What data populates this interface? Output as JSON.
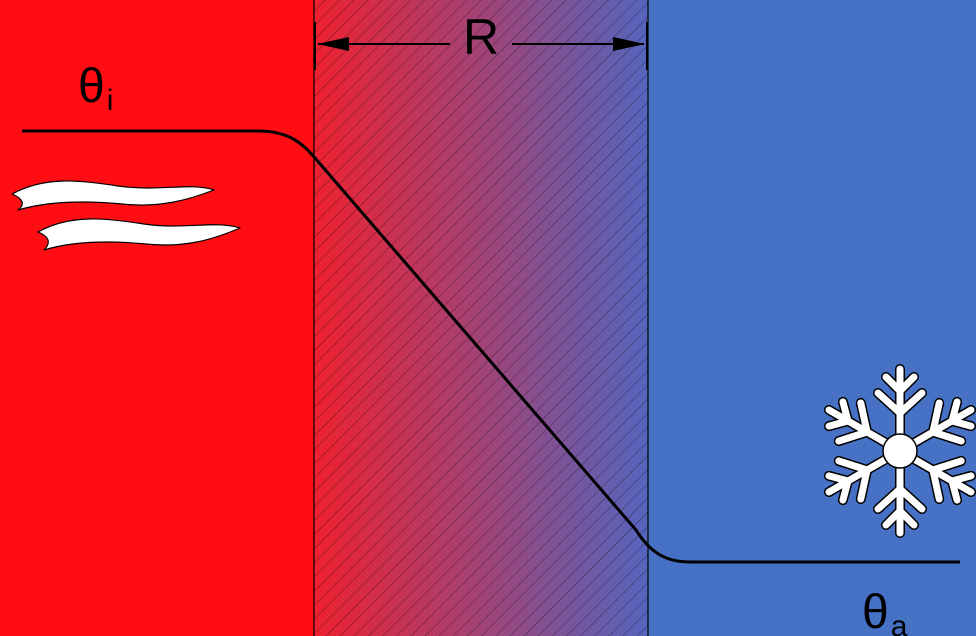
{
  "labels": {
    "theta_inside_symbol": "θ",
    "theta_inside_sub": "i",
    "theta_ambient_symbol": "θ",
    "theta_ambient_sub": "a",
    "resistance": "R"
  },
  "colors": {
    "warm_side": "#ff0d12",
    "cold_side": "#4671c5",
    "wall_gradient_start": "#ee2130",
    "wall_gradient_end": "#5565bd",
    "outline": "#000000",
    "icon_fill": "#ffffff"
  },
  "icons": {
    "heat": "heat-waves-icon",
    "cold": "snowflake-icon"
  }
}
